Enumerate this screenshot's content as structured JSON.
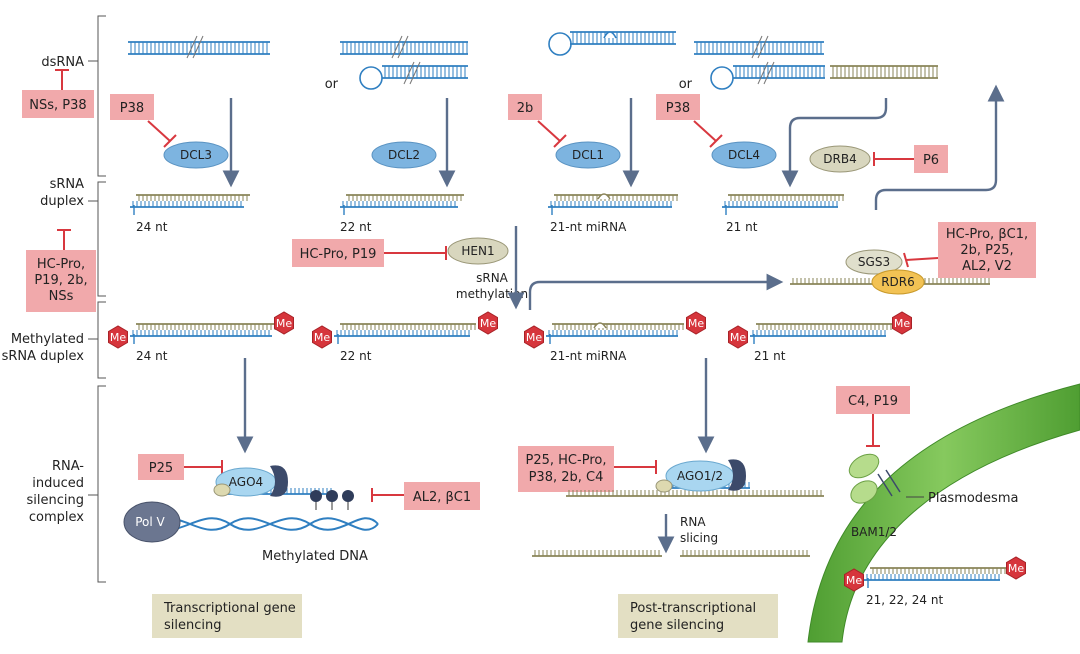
{
  "stages": {
    "dsrna": "dsRNA",
    "srna_duplex": [
      "sRNA",
      "duplex"
    ],
    "methylated": [
      "Methylated",
      "sRNA duplex"
    ],
    "risc": [
      "RNA-",
      "induced",
      "silencing",
      "complex"
    ]
  },
  "or_label": "or",
  "enzymes": {
    "dcl3": "DCL3",
    "dcl2": "DCL2",
    "dcl1": "DCL1",
    "dcl4": "DCL4",
    "drb4": "DRB4",
    "hen1": "HEN1",
    "sgs3": "SGS3",
    "rdr6": "RDR6",
    "ago4": "AGO4",
    "ago12": "AGO1/2",
    "polv": "Pol V",
    "bam": "BAM1/2"
  },
  "suppressors": {
    "nss_p38": "NSs, P38",
    "p38_a": "P38",
    "b2": "2b",
    "p38_b": "P38",
    "p6": "P6",
    "hcpro_p19_2b_nss": [
      "HC-Pro,",
      "P19, 2b,",
      "NSs"
    ],
    "hcpro_p19": "HC-Pro, P19",
    "hcpro_group": [
      "HC-Pro, βC1,",
      "2b, P25,",
      "AL2, V2"
    ],
    "p25": "P25",
    "al2_bc1": "AL2, βC1",
    "p25_group": [
      "P25, HC-Pro,",
      "P38, 2b, C4"
    ],
    "c4_p19": "C4, P19"
  },
  "sizes": {
    "nt24": "24 nt",
    "nt22": "22 nt",
    "mirna": "21-nt miRNA",
    "nt21": "21 nt",
    "nt_all": "21, 22, 24 nt"
  },
  "me_label": "Me",
  "methylation_label": [
    "sRNA",
    "methylation"
  ],
  "methylated_dna": "Methylated DNA",
  "rna_slicing": [
    "RNA",
    "slicing"
  ],
  "plasmodesma": "Plasmodesma",
  "pathways": {
    "tgs": [
      "Transcriptional gene",
      "silencing"
    ],
    "ptgs": [
      "Post-transcriptional",
      "gene silencing"
    ]
  },
  "colors": {
    "suppressor_box": "#f1a9ab",
    "inhibit": "#d8383f",
    "enzyme_blue": "#7db4e0",
    "arrow": "#5b6e8c",
    "rna_blue": "#2f7fc1",
    "rna_olive": "#8a8458",
    "me_red": "#d6353c",
    "cell_wall": "#5fae3e",
    "pathway_box": "#e3dfc3"
  }
}
